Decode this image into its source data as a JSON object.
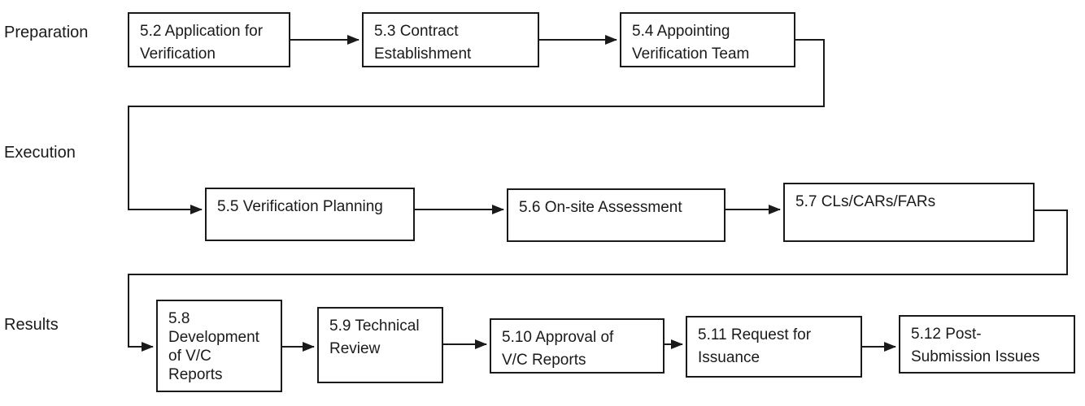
{
  "diagram": {
    "title_hint": "Verification process flowchart",
    "colors": {
      "line": "#1a1a1a",
      "text": "#1a1a1a",
      "background": "#ffffff"
    },
    "row_labels": {
      "preparation": "Preparation",
      "execution": "Execution",
      "results": "Results"
    },
    "nodes": {
      "n52": {
        "label": "5.2 Application for\nVerification"
      },
      "n53": {
        "label": "5.3 Contract\nEstablishment"
      },
      "n54": {
        "label": "5.4 Appointing\nVerification Team"
      },
      "n55": {
        "label": "5.5 Verification Planning"
      },
      "n56": {
        "label": "5.6 On-site Assessment"
      },
      "n57": {
        "label": "5.7 CLs/CARs/FARs"
      },
      "n58": {
        "label": "5.8\nDevelopment\nof V/C\nReports"
      },
      "n59": {
        "label": "5.9 Technical\nReview"
      },
      "n510": {
        "label": "5.10 Approval of\nV/C Reports"
      },
      "n511": {
        "label": "5.11 Request for\nIssuance"
      },
      "n512": {
        "label": "5.12 Post-\nSubmission Issues"
      }
    },
    "edges": [
      "5.2 -> 5.3",
      "5.3 -> 5.4",
      "5.4 -> 5.5",
      "5.5 -> 5.6",
      "5.6 -> 5.7",
      "5.7 -> 5.8",
      "5.8 -> 5.9",
      "5.9 -> 5.10",
      "5.10 -> 5.11",
      "5.11 -> 5.12"
    ]
  }
}
